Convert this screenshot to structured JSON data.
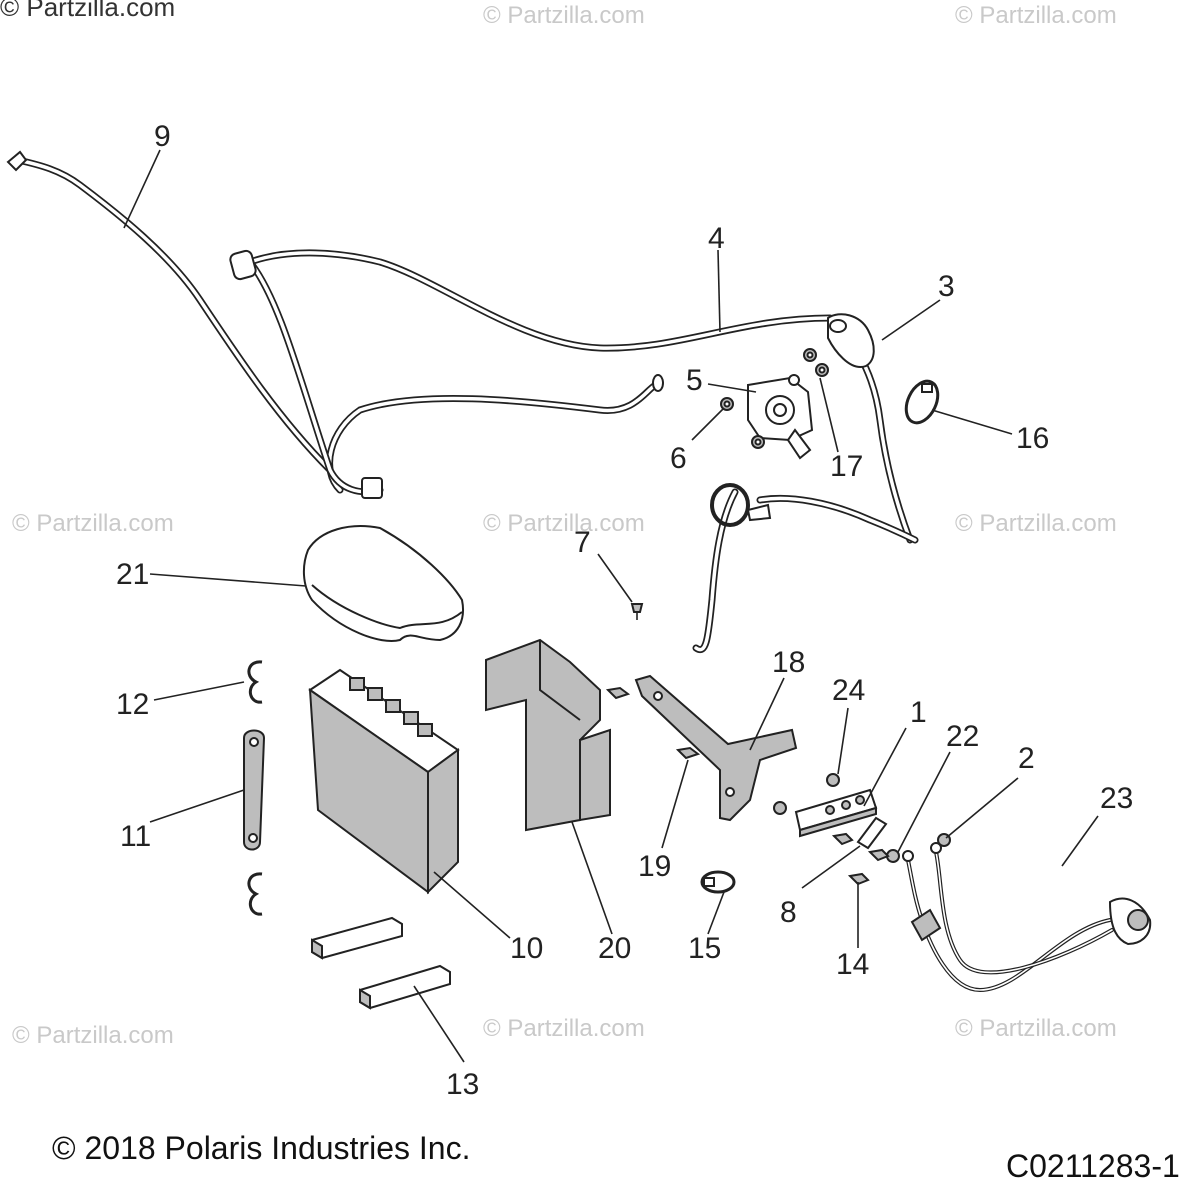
{
  "watermark": {
    "top_left": "© Partzilla.com",
    "repeat": "© Partzilla.com"
  },
  "footer": {
    "copyright": "© 2018 Polaris Industries Inc.",
    "diagram_id": "C0211283-1"
  },
  "callouts": [
    "1",
    "2",
    "3",
    "4",
    "5",
    "6",
    "7",
    "8",
    "9",
    "10",
    "11",
    "12",
    "13",
    "14",
    "15",
    "16",
    "17",
    "18",
    "19",
    "20",
    "21",
    "22",
    "23",
    "24"
  ],
  "colors": {
    "line": "#222222",
    "fill_grey": "#bdbdbd",
    "watermark": "#c9c9c9"
  }
}
